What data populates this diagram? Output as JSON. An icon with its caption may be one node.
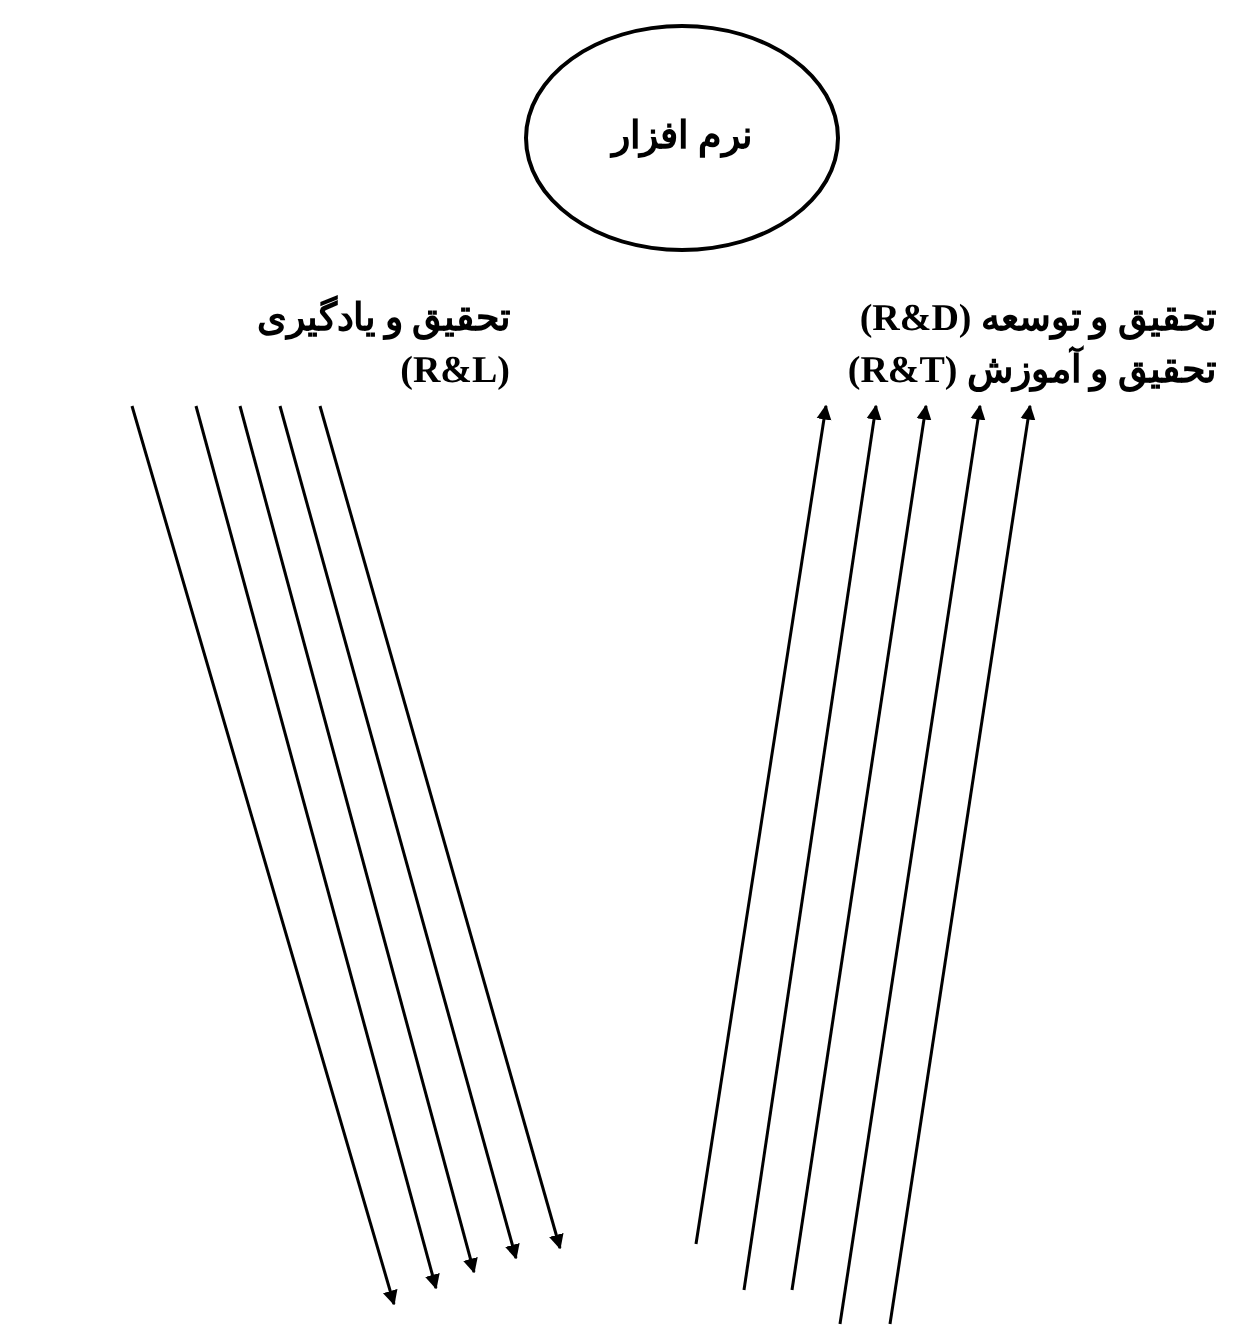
{
  "diagram": {
    "nodes": [
      {
        "text": [
          "نرم افزار"
        ]
      },
      {
        "text": [
          "تحقیق و یادگیری (R&L)"
        ]
      },
      {
        "text": [
          "تحقیق و توسعه (R&D)",
          "تحقیق و آموزش (R&T)"
        ]
      }
    ],
    "edges": [
      {
        "from": 1,
        "to": null,
        "arrow": "to"
      },
      {
        "from": 1,
        "to": null,
        "arrow": "to"
      },
      {
        "from": 1,
        "to": null,
        "arrow": "to"
      },
      {
        "from": 1,
        "to": null,
        "arrow": "to"
      },
      {
        "from": 1,
        "to": null,
        "arrow": "to"
      },
      {
        "from": null,
        "to": 2,
        "arrow": "to"
      },
      {
        "from": null,
        "to": 2,
        "arrow": "to"
      },
      {
        "from": null,
        "to": 2,
        "arrow": "to"
      },
      {
        "from": null,
        "to": 2,
        "arrow": "to"
      },
      {
        "from": null,
        "to": 2,
        "arrow": "to"
      }
    ]
  }
}
